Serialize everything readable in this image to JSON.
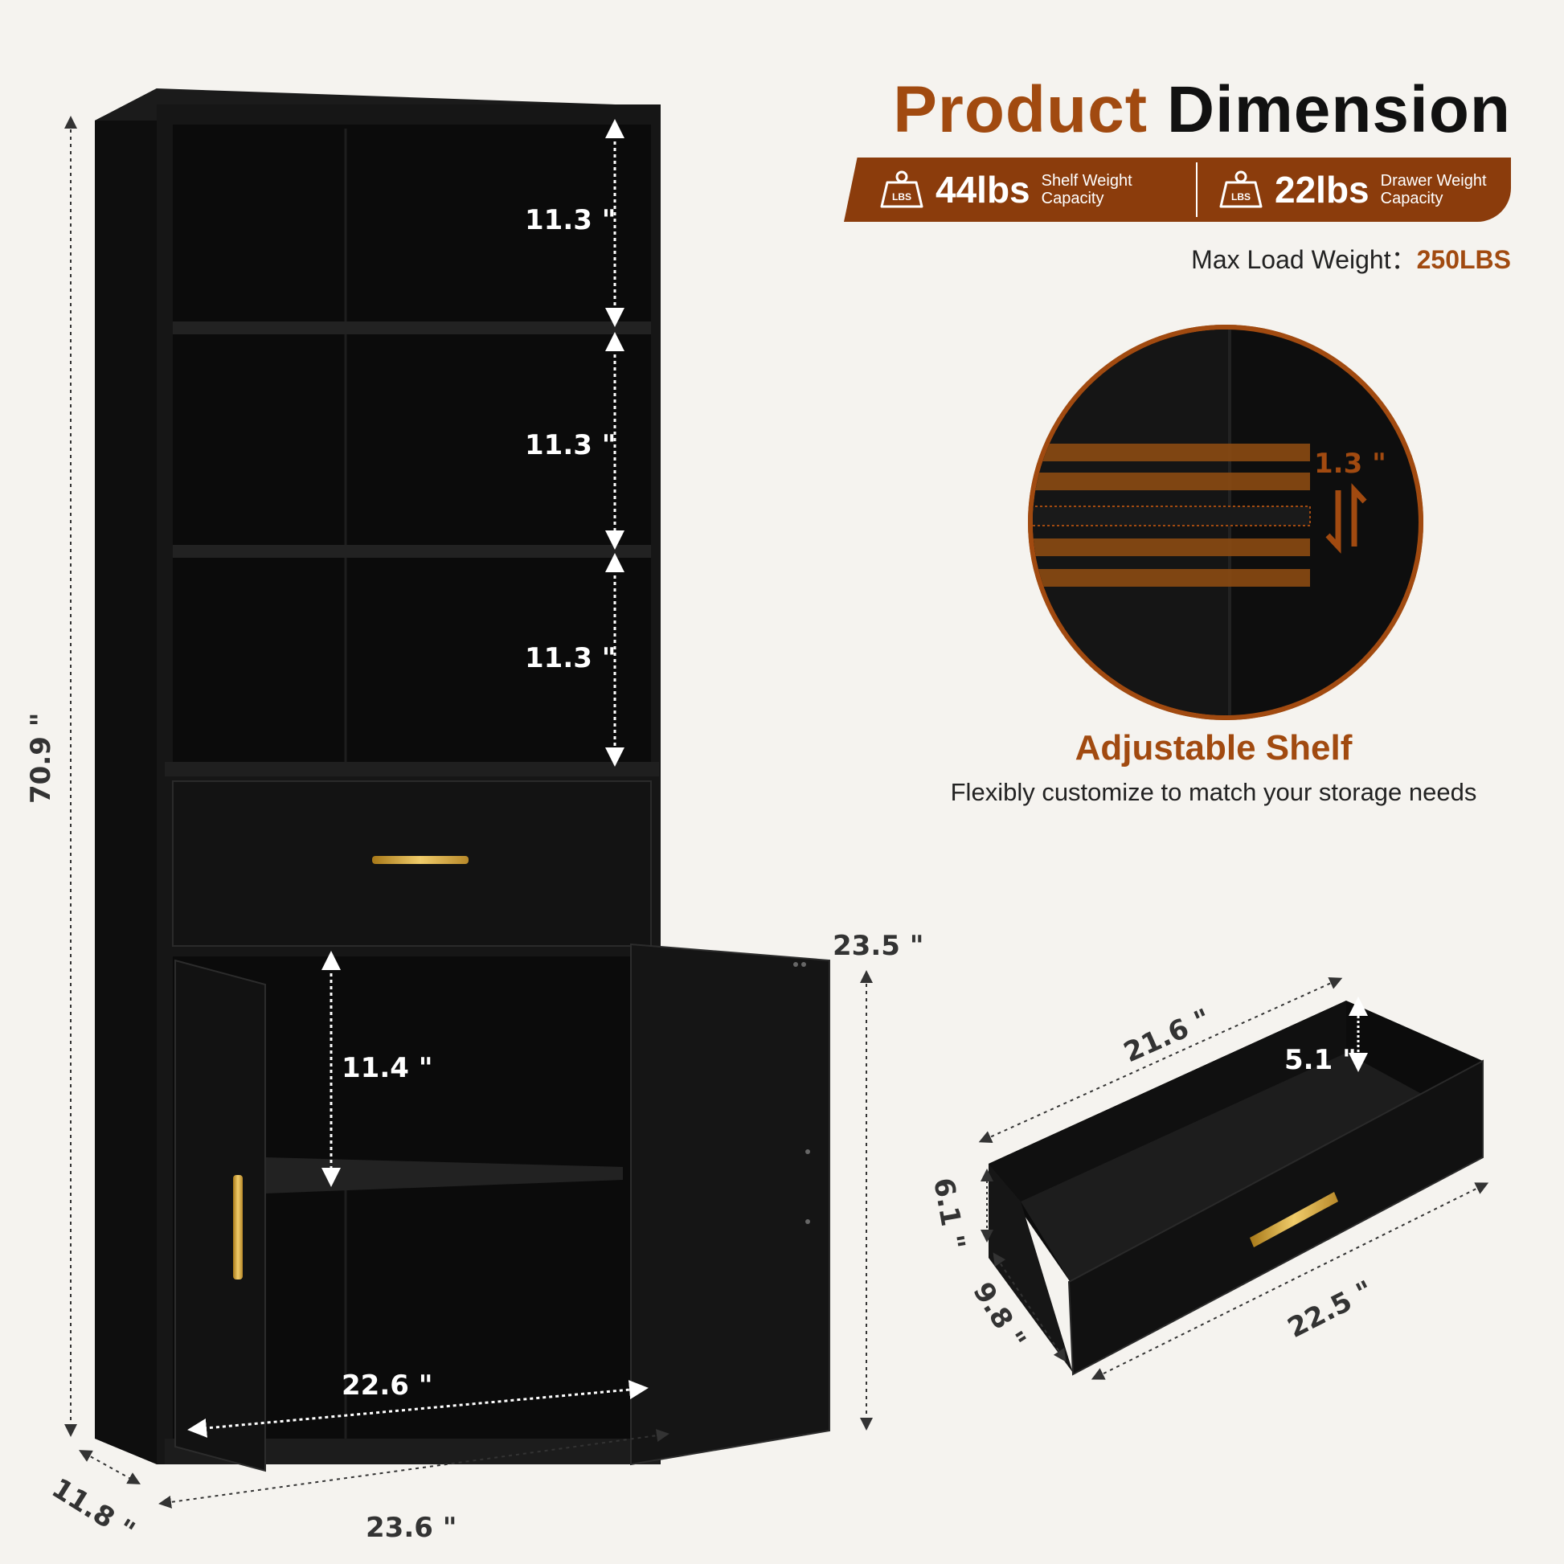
{
  "header": {
    "title_part1": "Product",
    "title_part2": "Dimension",
    "shelf_capacity": {
      "icon": "weight-icon",
      "icon_text": "LBS",
      "value": "44lbs",
      "label_line1": "Shelf Weight",
      "label_line2": "Capacity"
    },
    "drawer_capacity": {
      "icon": "weight-icon",
      "icon_text": "LBS",
      "value": "22lbs",
      "label_line1": "Drawer Weight",
      "label_line2": "Capacity"
    },
    "max_load_label": "Max Load Weight：",
    "max_load_value": "250LBS"
  },
  "adjustable": {
    "title": "Adjustable Shelf",
    "subtitle": "Flexibly customize to match your storage needs",
    "gap": "1.3 \""
  },
  "dimensions": {
    "height_total": "70.9 \"",
    "shelf1": "11.3 \"",
    "shelf2": "11.3 \"",
    "shelf3": "11.3 \"",
    "cabinet_shelf": "11.4 \"",
    "cabinet_height": "23.5 \"",
    "inner_width": "22.6 \"",
    "width": "23.6 \"",
    "depth": "11.8 \"",
    "drawer_inner_length": "21.6 \"",
    "drawer_inner_depth": "5.1 \"",
    "drawer_height": "6.1 \"",
    "drawer_depth": "9.8 \"",
    "drawer_front_length": "22.5 \""
  },
  "colors": {
    "accent": "#a14a10",
    "banner": "#8b3c0c",
    "wood": "#141414",
    "handle": "#d4a23a",
    "background": "#f5f3ef"
  }
}
